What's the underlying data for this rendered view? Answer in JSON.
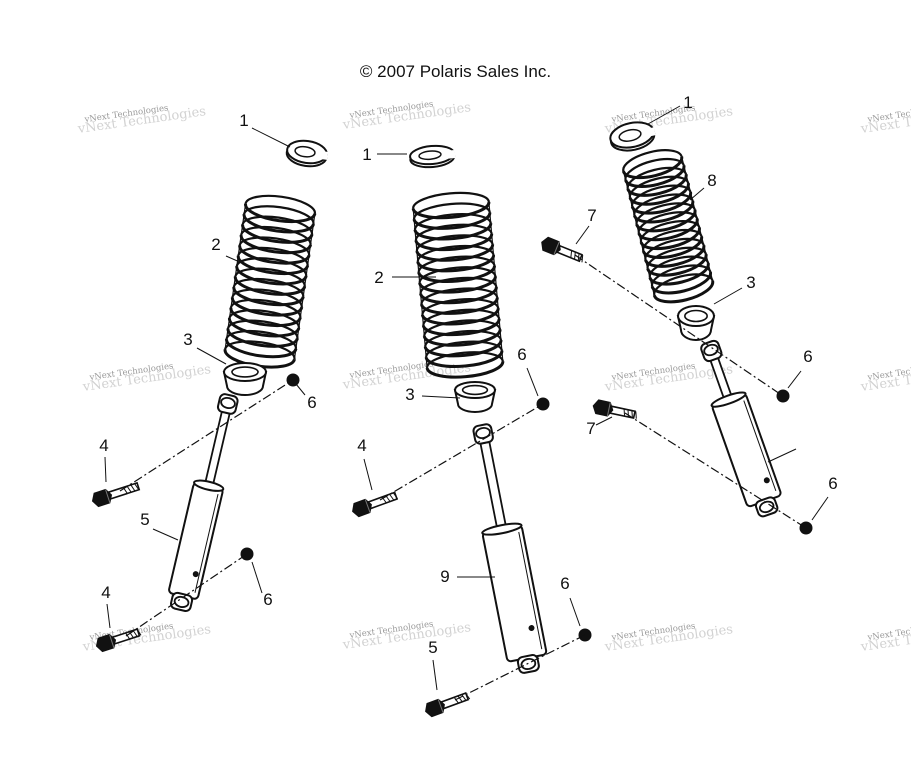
{
  "copyright": "© 2007 Polaris Sales Inc.",
  "watermark": "vNext Technologies",
  "callouts": [
    "1",
    "1",
    "1",
    "2",
    "2",
    "8",
    "7",
    "7",
    "3",
    "3",
    "3",
    "6",
    "6",
    "6",
    "6",
    "6",
    "6",
    "4",
    "4",
    "4",
    "5",
    "5",
    "9"
  ],
  "colors": {
    "line": "#111111",
    "part_fill": "#ffffff",
    "nut": "#111111",
    "watermark": "#9a9a9a"
  }
}
